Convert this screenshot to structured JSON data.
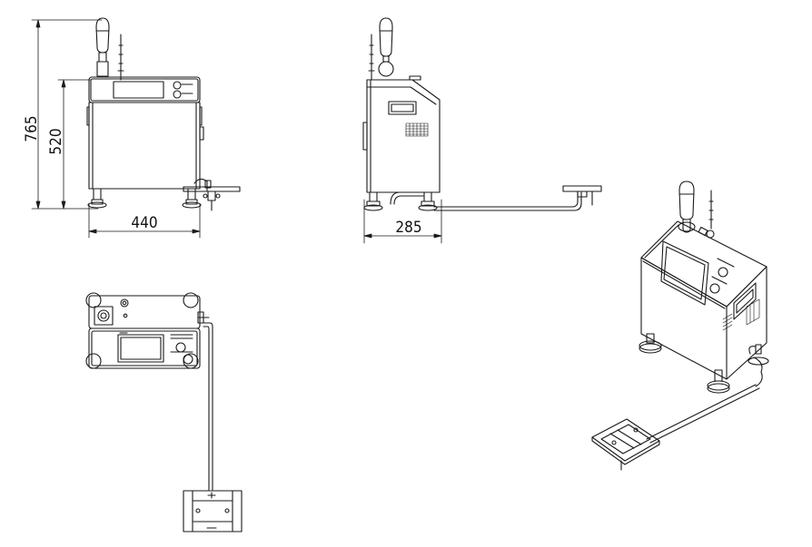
{
  "dimensions": {
    "total_height": "765",
    "body_height": "520",
    "front_width": "440",
    "side_depth": "285"
  },
  "colors": {
    "line": "#1a1a1a",
    "background": "#ffffff"
  }
}
